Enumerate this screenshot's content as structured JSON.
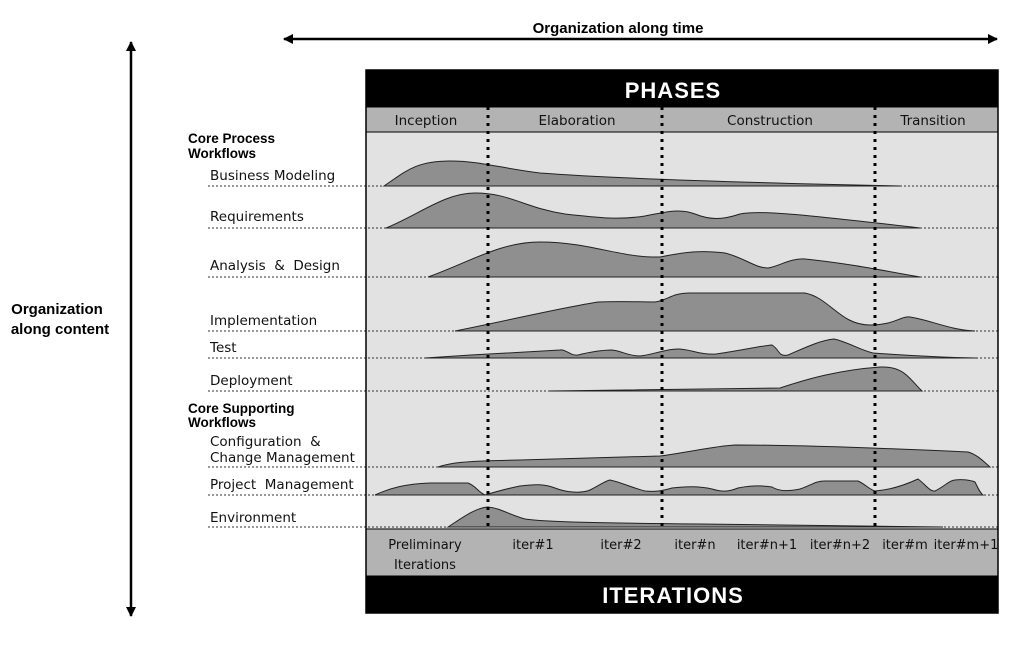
{
  "axes": {
    "time_label": "Organization along time",
    "content_label_line1": "Organization",
    "content_label_line2": "along content"
  },
  "header": {
    "title": "PHASES"
  },
  "footer": {
    "title": "ITERATIONS"
  },
  "phases": [
    "Inception",
    "Elaboration",
    "Construction",
    "Transition"
  ],
  "iterations": [
    {
      "line1": "Preliminary",
      "line2": "Iterations"
    },
    {
      "line1": "iter#1",
      "line2": ""
    },
    {
      "line1": "iter#2",
      "line2": ""
    },
    {
      "line1": "iter#n",
      "line2": ""
    },
    {
      "line1": "iter#n+1",
      "line2": ""
    },
    {
      "line1": "iter#n+2",
      "line2": ""
    },
    {
      "line1": "iter#m",
      "line2": ""
    },
    {
      "line1": "iter#m+1",
      "line2": ""
    }
  ],
  "groups": {
    "core_process": {
      "line1": "Core Process",
      "line2": "Workflows"
    },
    "core_supporting": {
      "line1": "Core Supporting",
      "line2": "Workflows"
    }
  },
  "workflows": [
    {
      "line1": "Business Modeling",
      "line2": ""
    },
    {
      "line1": "Requirements",
      "line2": ""
    },
    {
      "line1": "Analysis  &  Design",
      "line2": ""
    },
    {
      "line1": "Implementation",
      "line2": ""
    },
    {
      "line1": "Test",
      "line2": ""
    },
    {
      "line1": "Deployment",
      "line2": ""
    },
    {
      "line1": "Configuration  &",
      "line2": "Change Management"
    },
    {
      "line1": "Project  Management",
      "line2": ""
    },
    {
      "line1": "Environment",
      "line2": ""
    }
  ],
  "colors": {
    "bar": "#000000",
    "band": "#b3b3b3",
    "chart_bg": "#e2e2e2",
    "curve": "#8f8f8f"
  }
}
